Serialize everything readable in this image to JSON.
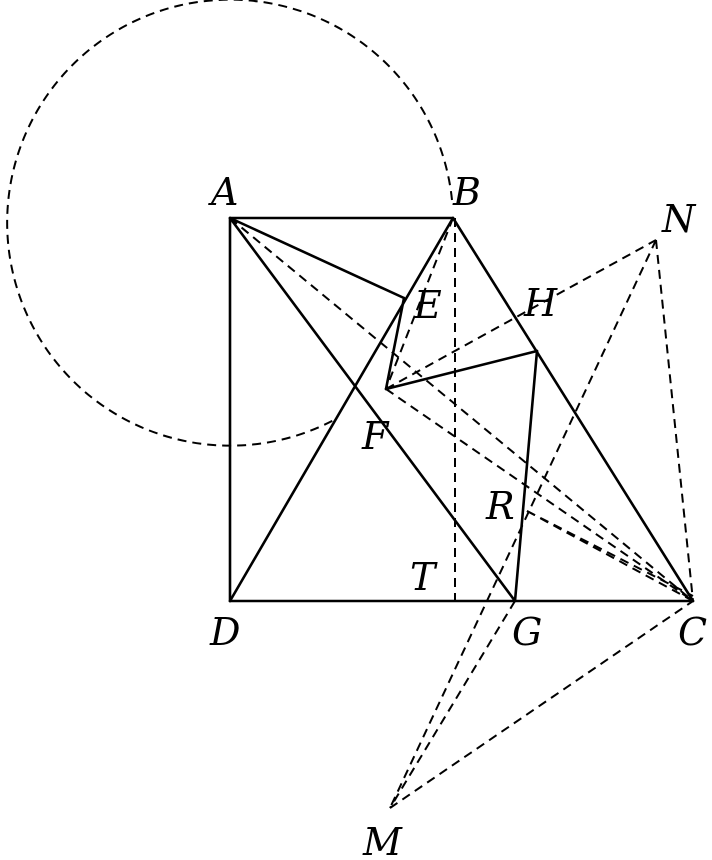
{
  "labels": {
    "A": "A",
    "B": "B",
    "C": "C",
    "D": "D",
    "E": "E",
    "F": "F",
    "G": "G",
    "H": "H",
    "M": "M",
    "N": "N",
    "R": "R",
    "T": "T"
  }
}
